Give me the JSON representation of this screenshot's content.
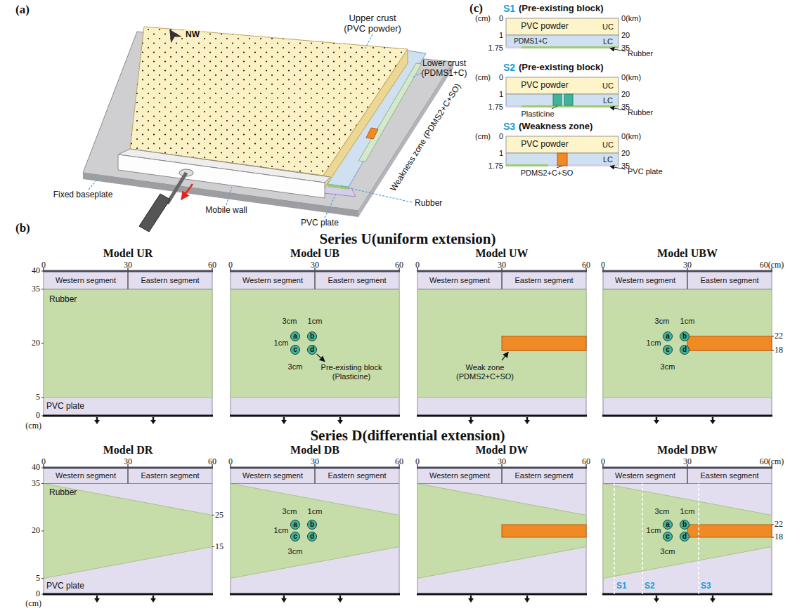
{
  "diagram": {
    "nodes": [
      {
        "text": [
          "Model UR"
        ]
      },
      {
        "text": [
          "Model UB"
        ]
      },
      {
        "text": [
          "a"
        ],
        "in": 1
      },
      {
        "text": [
          "b"
        ],
        "in": 1
      },
      {
        "text": [
          "c"
        ],
        "in": 1
      },
      {
        "text": [
          "d"
        ],
        "in": 1
      },
      {
        "text": [
          "Model UW"
        ]
      },
      {
        "text": [
          "Model UBW"
        ]
      },
      {
        "text": [
          "a"
        ],
        "in": 7
      },
      {
        "text": [
          "b"
        ],
        "in": 7
      },
      {
        "text": [
          "c"
        ],
        "in": 7
      },
      {
        "text": [
          "d"
        ],
        "in": 7
      },
      {
        "text": [
          "Model DR"
        ]
      },
      {
        "text": [
          "Model DB"
        ]
      },
      {
        "text": [
          "a"
        ],
        "in": 13
      },
      {
        "text": [
          "b"
        ],
        "in": 13
      },
      {
        "text": [
          "c"
        ],
        "in": 13
      },
      {
        "text": [
          "d"
        ],
        "in": 13
      },
      {
        "text": [
          "Model DW"
        ]
      },
      {
        "text": [
          "Model DBW"
        ]
      },
      {
        "text": [
          "a"
        ],
        "in": 19
      },
      {
        "text": [
          "b"
        ],
        "in": 19
      },
      {
        "text": [
          "c"
        ],
        "in": 19
      },
      {
        "text": [
          "d"
        ],
        "in": 19
      }
    ],
    "labels": [
      "(a)",
      "NW",
      "Upper crust (PVC powder)",
      "Lower crust (PDMS1+C)",
      "Weakness zone (PDMS2+C+SO)",
      "Rubber",
      "Fixed baseplate",
      "Mobile wall",
      "PVC plate",
      "(c)",
      "S1",
      "(Pre-existing block)",
      "(cm)",
      "0",
      "0(km)",
      "PVC powder",
      "UC",
      "1",
      "20",
      "PDMS1+C",
      "LC",
      "1.75",
      "35",
      "Rubber",
      "S2",
      "(Pre-existing block)",
      "(cm)",
      "0",
      "0(km)",
      "PVC powder",
      "UC",
      "1",
      "20",
      "LC",
      "1.75",
      "35",
      "Plasticine",
      "Rubber",
      "S3",
      "(Weakness zone)",
      "(cm)",
      "0",
      "0(km)",
      "PVC powder",
      "UC",
      "1",
      "20",
      "LC",
      "1.75",
      "35",
      "PDMS2+C+SO",
      "PVC plate",
      "(b)",
      "Series U(uniform extension)",
      "Series D(differential extension)",
      "0",
      "30",
      "60",
      "40",
      "35",
      "20",
      "5",
      "0",
      "(cm)",
      "Western segment",
      "Eastern segment",
      "Rubber",
      "PVC plate",
      "0",
      "30",
      "60",
      "Western segment",
      "Eastern segment",
      "3cm",
      "1cm",
      "1cm",
      "3cm",
      "Pre-existing block (Plasticine)",
      "0",
      "30",
      "60",
      "Western segment",
      "Eastern segment",
      "Weak zone (PDMS2+C+SO)",
      "0",
      "30",
      "60(cm)",
      "Western segment",
      "Eastern segment",
      "3cm",
      "1cm",
      "1cm",
      "3cm",
      "22",
      "18",
      "0",
      "30",
      "60",
      "40",
      "35",
      "20",
      "5",
      "0",
      "(cm)",
      "Western segment",
      "Eastern segment",
      "Rubber",
      "PVC plate",
      "25",
      "15",
      "0",
      "30",
      "60",
      "Western segment",
      "Eastern segment",
      "3cm",
      "1cm",
      "1cm",
      "3cm",
      "0",
      "30",
      "60",
      "Western segment",
      "Eastern segment",
      "0",
      "30",
      "60(cm)",
      "Western segment",
      "Eastern segment",
      "3cm",
      "1cm",
      "1cm",
      "3cm",
      "22",
      "18",
      "S1",
      "S2",
      "S3"
    ]
  }
}
